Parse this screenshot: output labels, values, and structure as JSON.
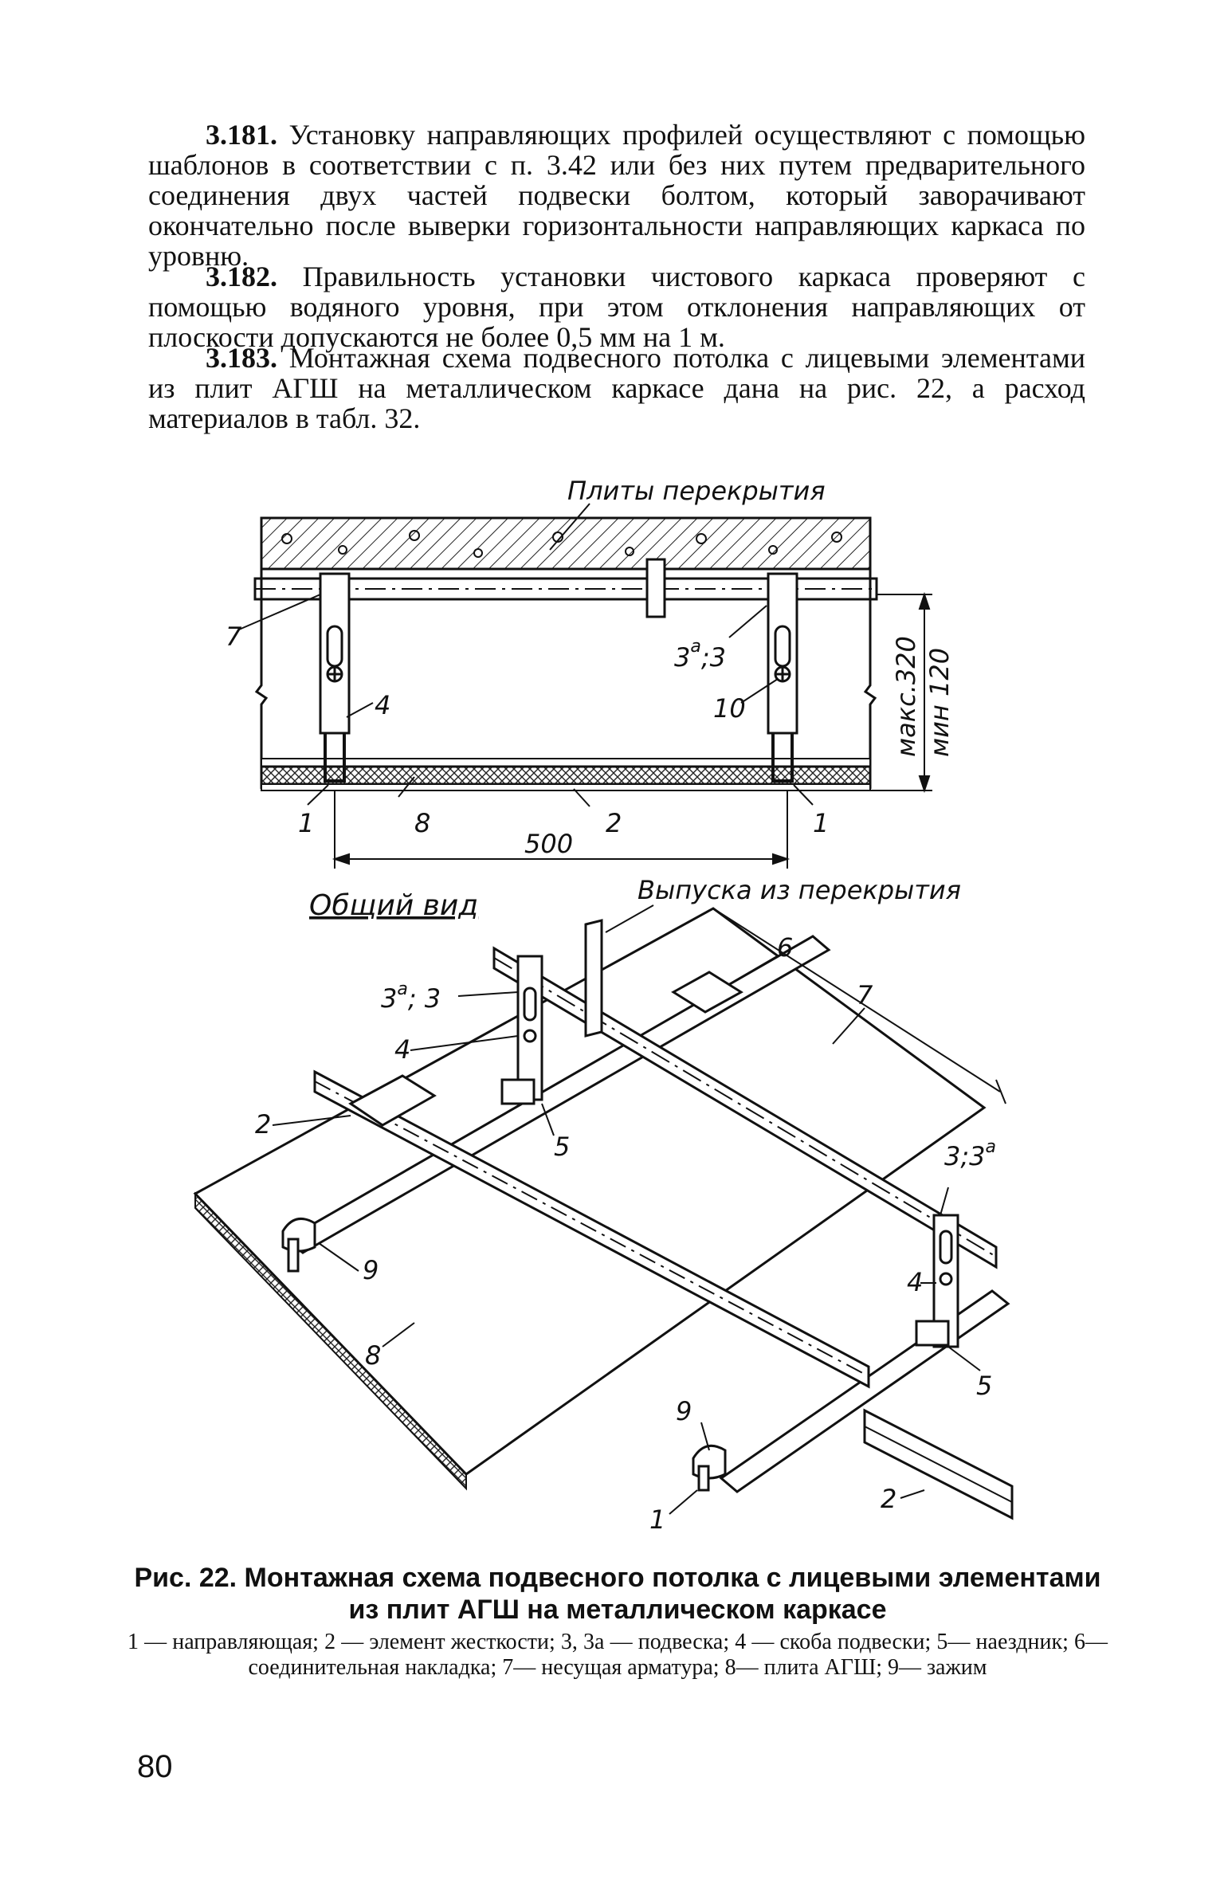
{
  "paragraphs": {
    "p181": {
      "num": "3.181.",
      "text": "Установку направляющих профилей осуществляют с помощью шаблонов в соответствии с п. 3.42 или без них путем предварительного соединения двух частей подвески болтом, который заворачивают окончательно после выверки горизонтальности направляющих каркаса по уровню."
    },
    "p182": {
      "num": "3.182.",
      "text": "Правильность установки чистового каркаса проверяют с помощью водяного уровня, при этом отклонения направляющих от плоскости допускаются не более 0,5 мм на 1 м."
    },
    "p183": {
      "num": "3.183.",
      "text": "Монтажная схема подвесного потолка с лицевыми элементами из плит АГШ на металлическом каркасе дана на рис. 22, а расход материалов в табл. 32."
    }
  },
  "figure": {
    "section": {
      "title": "Плиты перекрытия",
      "labels": {
        "l7": "7",
        "l3": "3",
        "l3a_sup": "a",
        "l3_sep": ";3",
        "l10": "10",
        "l4": "4",
        "l1_left": "1",
        "l8": "8",
        "l2": "2",
        "l1_right": "1"
      },
      "dim_span": "500",
      "dim_height_max": "макс.320",
      "dim_height_min": "мин 120"
    },
    "view": {
      "title": "Общий вид",
      "outlet_label": "Выпуска из перекрытия",
      "labels": {
        "l6": "6",
        "l7": "7",
        "l3a_left": "3",
        "l3a_left_sup": "a",
        "l3a_left_rest": "; 3",
        "l4_left": "4",
        "l2_left": "2",
        "l5_left": "5",
        "l33a_right": "3;3",
        "l33a_right_sup": "a",
        "l9_left": "9",
        "l4_right": "4",
        "l8": "8",
        "l5_right": "5",
        "l9_right": "9",
        "l2_right": "2",
        "l1": "1"
      }
    }
  },
  "caption": {
    "title": "Рис. 22. Монтажная схема подвесного потолка с лицевыми элементами из плит АГШ на металлическом каркасе",
    "legend": "1 — направляющая; 2 — элемент жесткости; 3, 3а — подвеска; 4 — скоба подвески; 5— наездник; 6— соединительная накладка; 7— несущая арматура; 8— плита АГШ; 9— зажим"
  },
  "page_number": "80"
}
